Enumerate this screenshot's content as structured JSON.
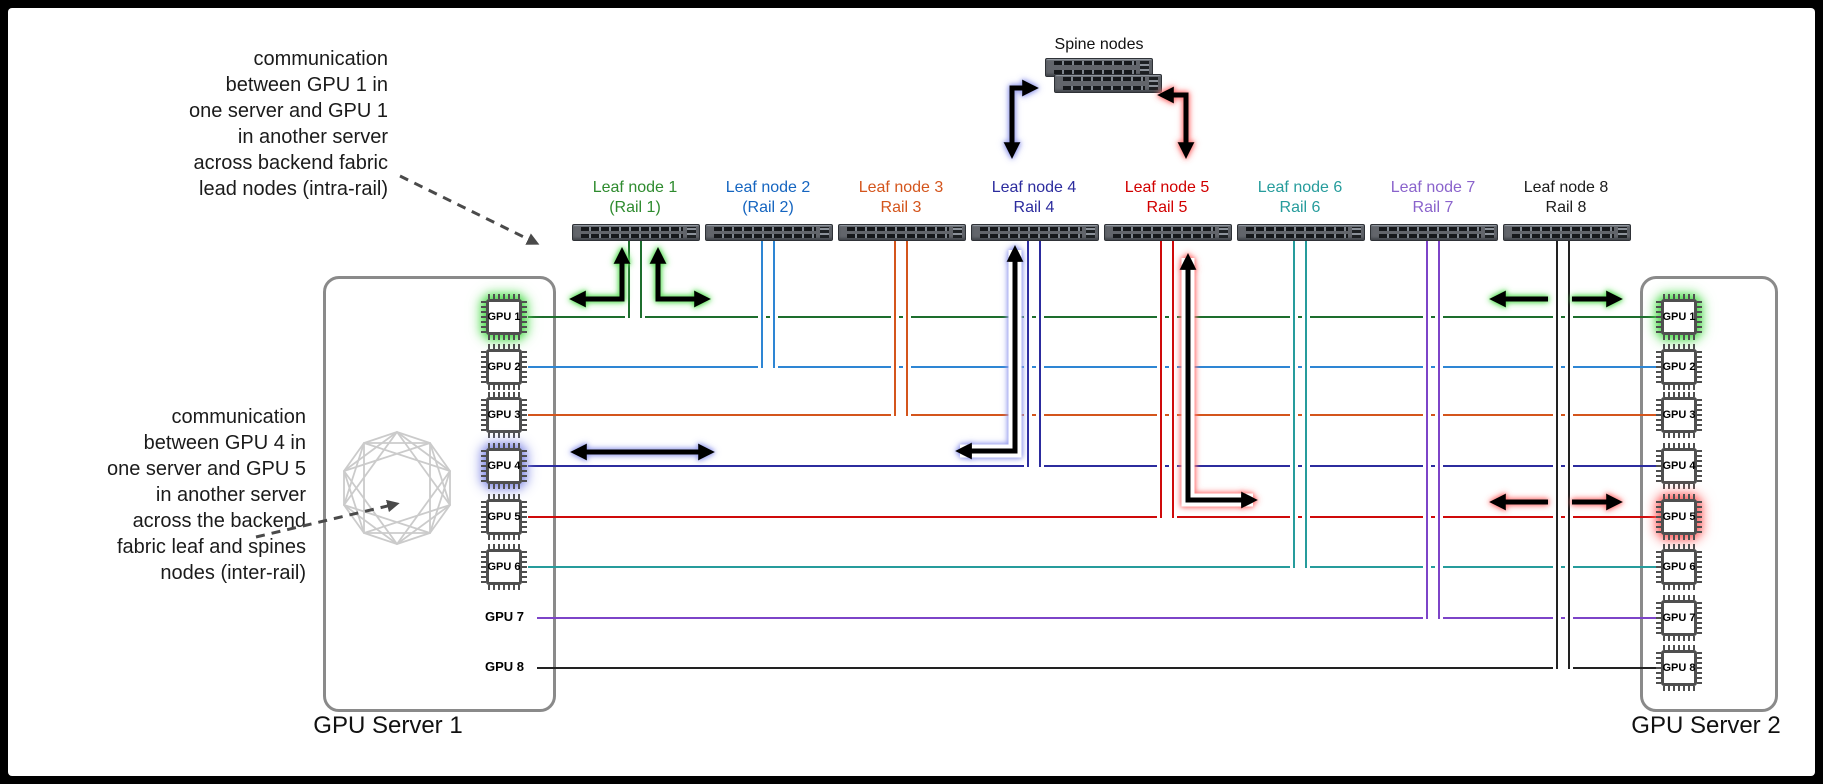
{
  "annotations": {
    "intra_rail": "communication\nbetween GPU 1 in\none server and GPU 1\nin another server\nacross backend fabric\nlead nodes (intra-rail)",
    "inter_rail": "communication\nbetween GPU 4 in\none server and GPU 5\nin another server\nacross the backend\nfabric leaf and spines\nnodes (inter-rail)"
  },
  "spine": {
    "label": "Spine nodes"
  },
  "leaf_nodes": [
    {
      "line1": "Leaf node 1",
      "line2": "(Rail 1)",
      "label_color": "#2e8b2e",
      "line_color": "#1d6e2d"
    },
    {
      "line1": "Leaf node 2",
      "line2": "(Rail 2)",
      "label_color": "#1565c0",
      "line_color": "#2e86d4"
    },
    {
      "line1": "Leaf node 3",
      "line2": "Rail 3",
      "label_color": "#d4551c",
      "line_color": "#d4551c"
    },
    {
      "line1": "Leaf node 4",
      "line2": "Rail 4",
      "label_color": "#2c2c9e",
      "line_color": "#2c2c9e"
    },
    {
      "line1": "Leaf node 5",
      "line2": "Rail 5",
      "label_color": "#d10000",
      "line_color": "#cf0a0a"
    },
    {
      "line1": "Leaf node 6",
      "line2": "Rail 6",
      "label_color": "#269c9c",
      "line_color": "#269c9c"
    },
    {
      "line1": "Leaf node 7",
      "line2": "Rail 7",
      "label_color": "#8a63cc",
      "line_color": "#7d44c8"
    },
    {
      "line1": "Leaf node 8",
      "line2": "Rail 8",
      "label_color": "#1b1b1b",
      "line_color": "#222222"
    }
  ],
  "servers": [
    {
      "name": "GPU Server 1",
      "gpus": [
        "GPU 1",
        "GPU 2",
        "GPU 3",
        "GPU 4",
        "GPU 5",
        "GPU 6",
        "GPU 7",
        "GPU 8"
      ],
      "highlights": {
        "gpu1": "green",
        "gpu4": "lavender-blue"
      }
    },
    {
      "name": "GPU Server 2",
      "gpus": [
        "GPU 1",
        "GPU 2",
        "GPU 3",
        "GPU 4",
        "GPU 5",
        "GPU 6",
        "GPU 7",
        "GPU 8"
      ],
      "highlights": {
        "gpu1": "green",
        "gpu5": "red"
      }
    }
  ],
  "colors": {
    "glow_green": "#62e05e",
    "glow_lavender": "#9aa0ee",
    "glow_red": "#ff7a7a",
    "annotation_arrow": "#4a4a4a",
    "server_border": "#8a8a8a"
  }
}
